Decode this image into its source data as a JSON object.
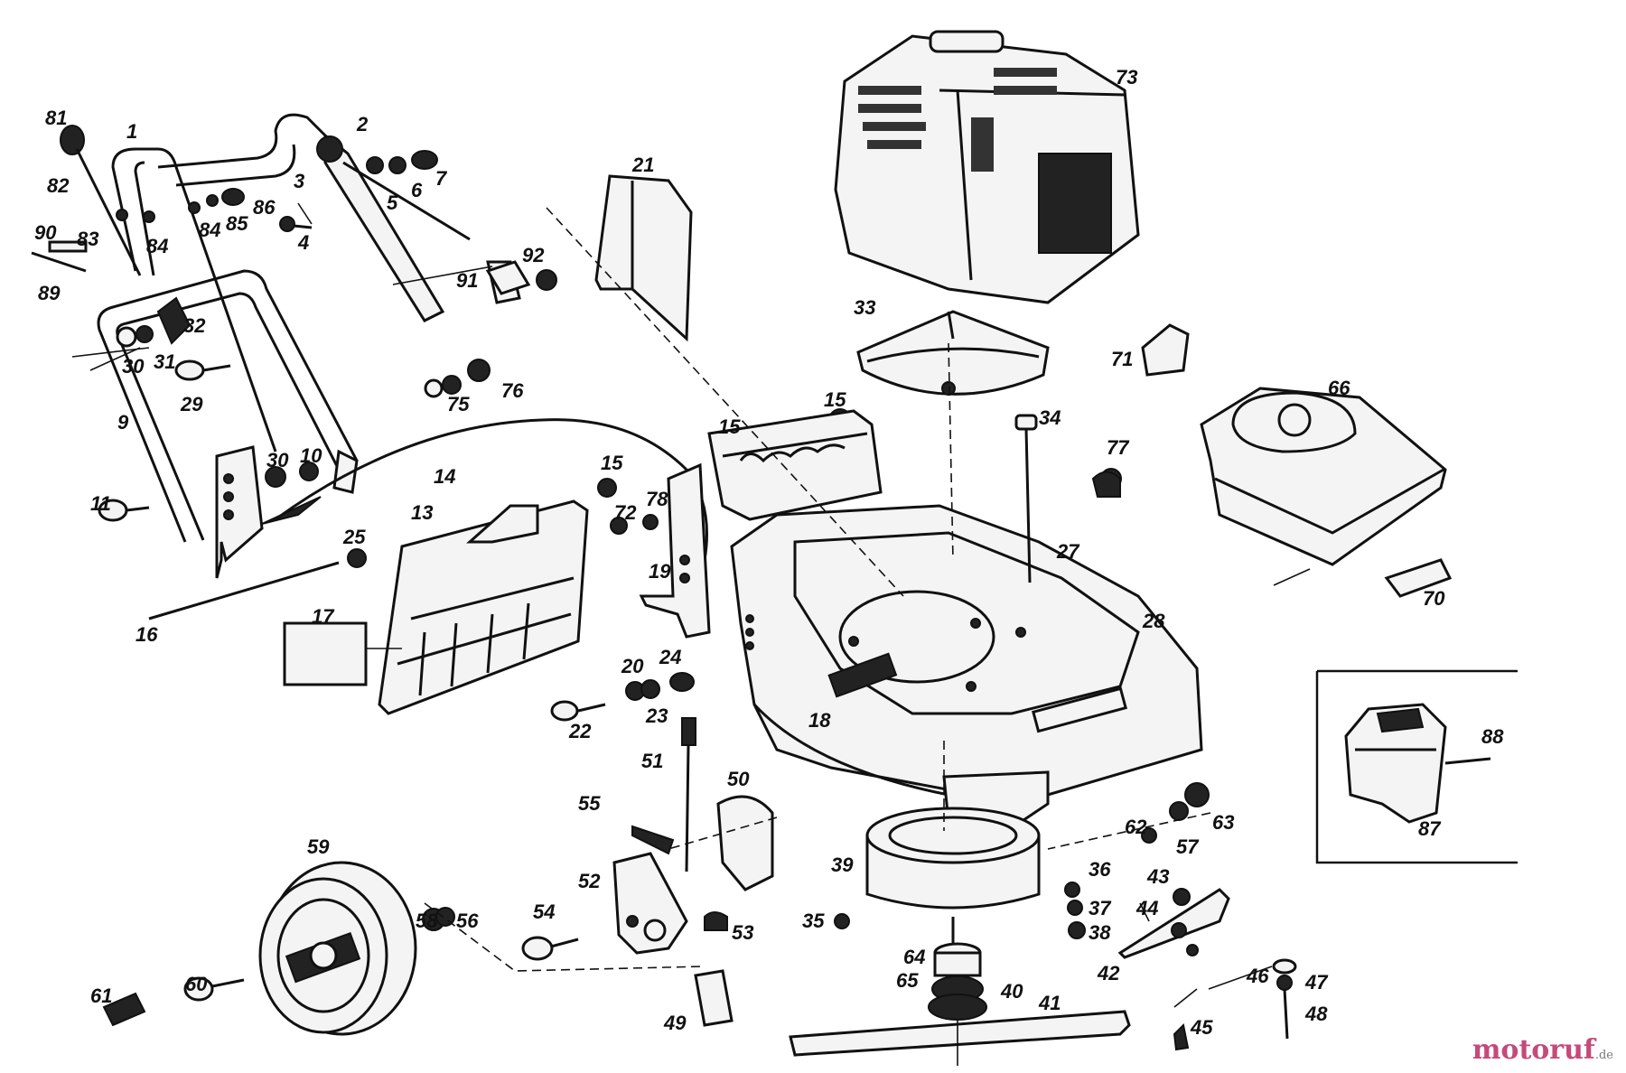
{
  "labels": {
    "n1": "1",
    "n2": "2",
    "n3": "3",
    "n4": "4",
    "n5": "5",
    "n6": "6",
    "n7": "7",
    "n9": "9",
    "n10": "10",
    "n11": "11",
    "n13": "13",
    "n14": "14",
    "n15a": "15",
    "n15b": "15",
    "n15c": "15",
    "n16": "16",
    "n17": "17",
    "n18": "18",
    "n19": "19",
    "n20": "20",
    "n21": "21",
    "n22": "22",
    "n23": "23",
    "n24": "24",
    "n25": "25",
    "n27": "27",
    "n28": "28",
    "n29": "29",
    "n30a": "30",
    "n30b": "30",
    "n31": "31",
    "n32": "32",
    "n33": "33",
    "n34": "34",
    "n35": "35",
    "n36": "36",
    "n37": "37",
    "n38": "38",
    "n39": "39",
    "n40": "40",
    "n41": "41",
    "n42": "42",
    "n43": "43",
    "n44": "44",
    "n45": "45",
    "n46": "46",
    "n47": "47",
    "n48": "48",
    "n49": "49",
    "n50": "50",
    "n51": "51",
    "n52": "52",
    "n53": "53",
    "n54": "54",
    "n55": "55",
    "n56": "56",
    "n57": "57",
    "n58": "58",
    "n59": "59",
    "n60": "60",
    "n61": "61",
    "n62": "62",
    "n63": "63",
    "n64": "64",
    "n65": "65",
    "n66": "66",
    "n70": "70",
    "n71": "71",
    "n72": "72",
    "n73": "73",
    "n75": "75",
    "n76": "76",
    "n77": "77",
    "n78": "78",
    "n81": "81",
    "n82": "82",
    "n83": "83",
    "n84a": "84",
    "n84b": "84",
    "n85": "85",
    "n86": "86",
    "n87": "87",
    "n88": "88",
    "n89": "89",
    "n90": "90",
    "n91": "91",
    "n92": "92"
  },
  "watermark": {
    "name": "motoruf",
    "tld": ".de"
  }
}
